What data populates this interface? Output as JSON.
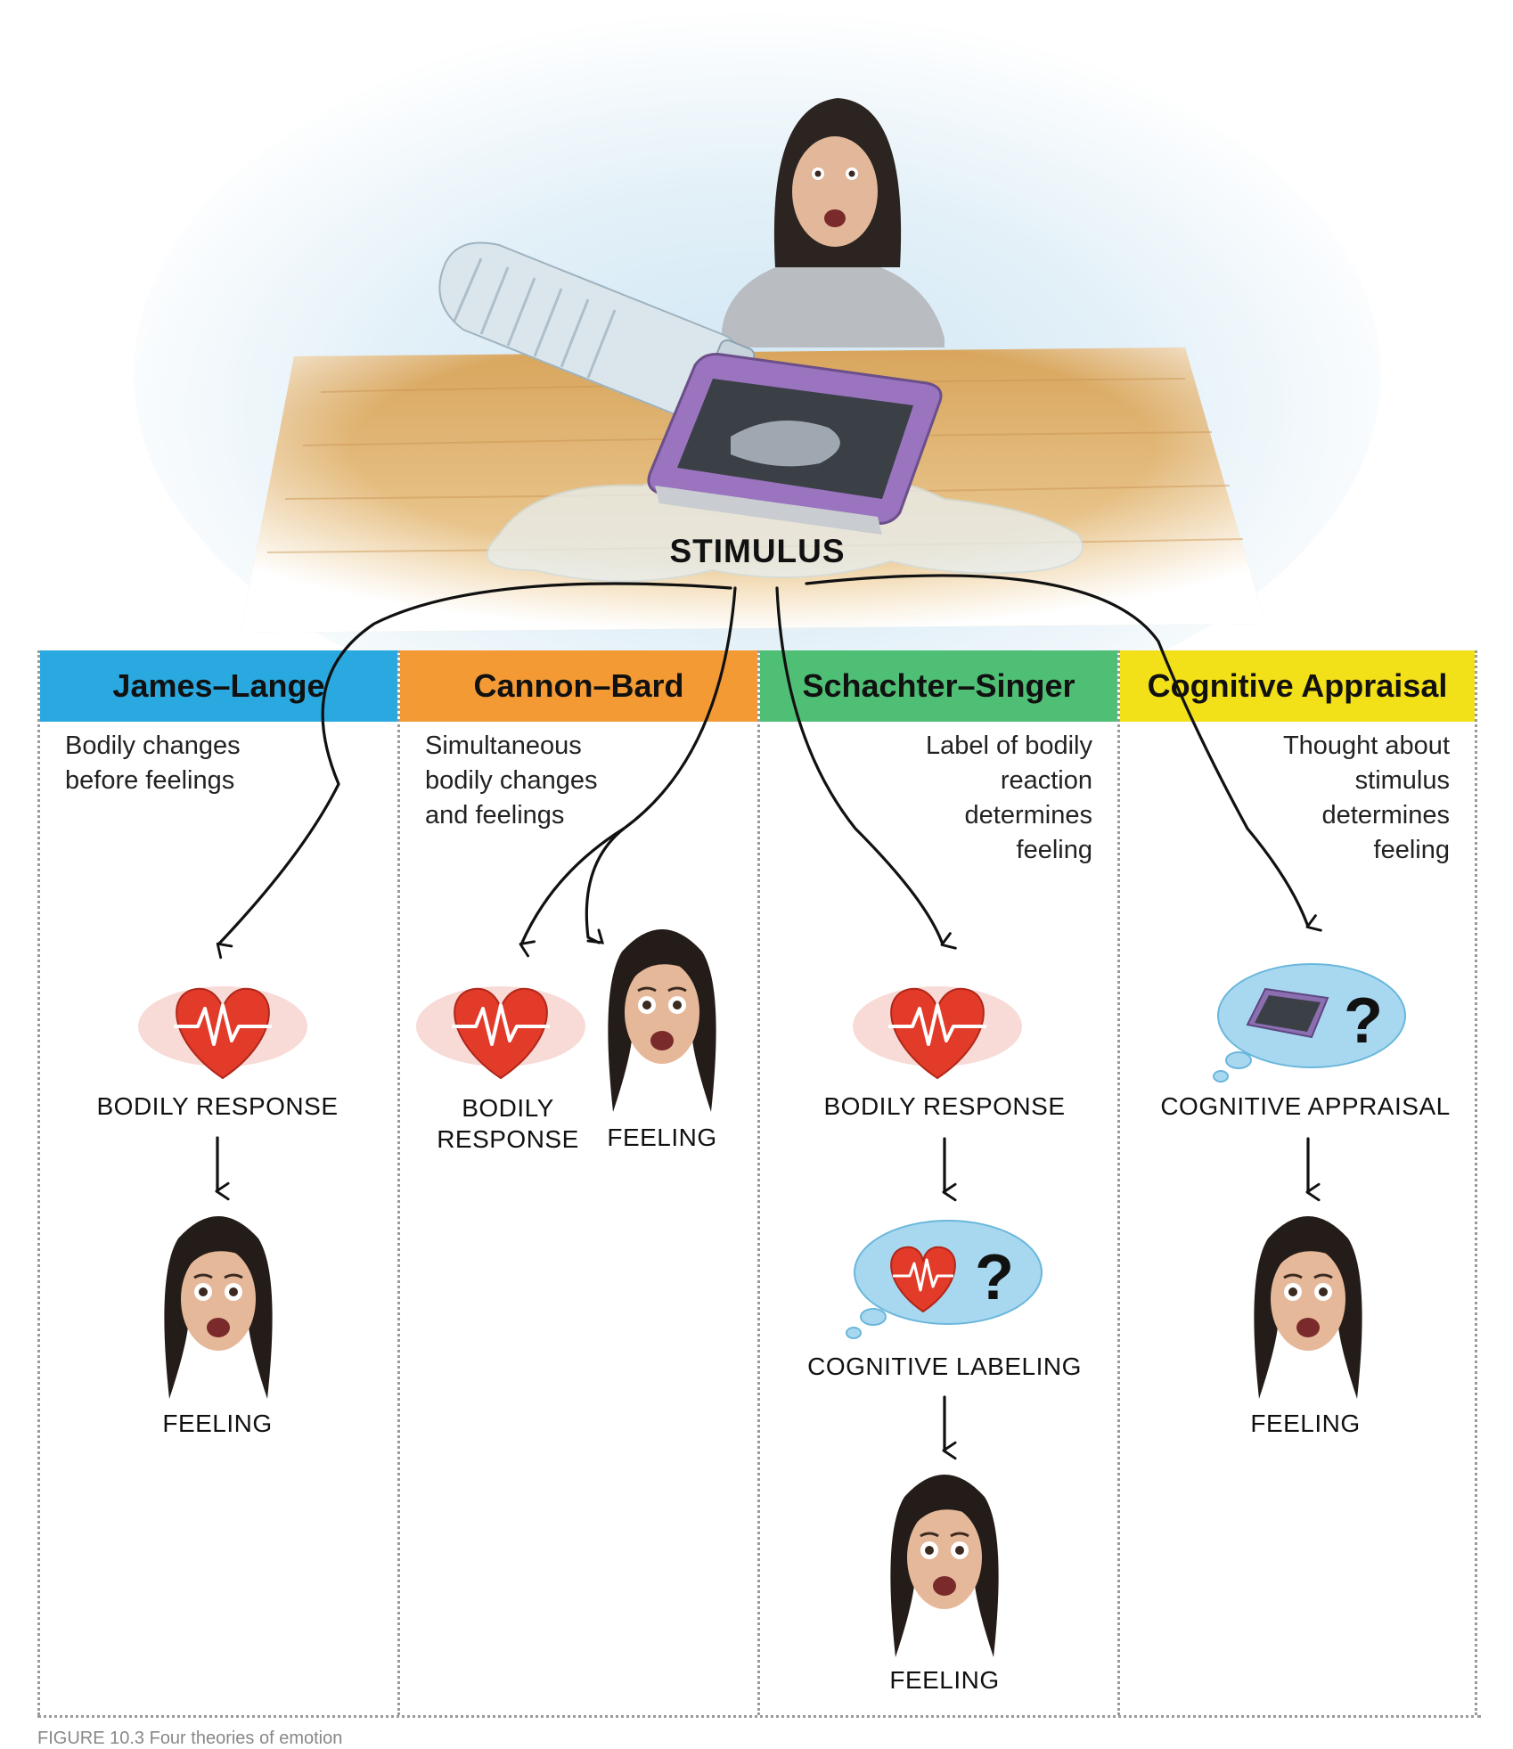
{
  "stimulus": {
    "label": "STIMULUS"
  },
  "theories": [
    {
      "name": "James–Lange",
      "color": "#29a9e0",
      "description": "Bodily changes\nbefore feelings",
      "steps": [
        "BODILY RESPONSE",
        "FEELING"
      ]
    },
    {
      "name": "Cannon–Bard",
      "color": "#f39a34",
      "description": "Simultaneous\nbodily changes\nand feelings",
      "steps": [
        "BODILY\nRESPONSE",
        "FEELING"
      ]
    },
    {
      "name": "Schachter–Singer",
      "color": "#4fbf75",
      "description": "Label of bodily\nreaction\ndetermines\nfeeling",
      "steps": [
        "BODILY RESPONSE",
        "COGNITIVE LABELING",
        "FEELING"
      ]
    },
    {
      "name": "Cognitive Appraisal",
      "color": "#f2e018",
      "description": "Thought about\nstimulus\ndetermines\nfeeling",
      "steps": [
        "COGNITIVE APPRAISAL",
        "FEELING"
      ]
    }
  ],
  "icons": {
    "heart": "heart-ecg-icon",
    "face": "frightened-woman-face-icon",
    "thought": "thought-bubble-icon",
    "question": "question-mark-icon"
  },
  "caption": "FIGURE 10.3 Four theories of emotion"
}
